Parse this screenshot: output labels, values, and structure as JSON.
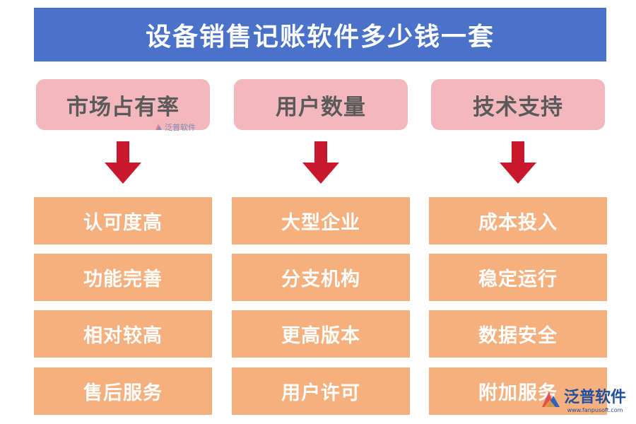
{
  "title": "设备销售记账软件多少钱一套",
  "columns": [
    {
      "header": "市场占有率",
      "items": [
        "认可度高",
        "功能完善",
        "相对较高",
        "售后服务"
      ]
    },
    {
      "header": "用户数量",
      "items": [
        "大型企业",
        "分支机构",
        "更高版本",
        "用户许可"
      ]
    },
    {
      "header": "技术支持",
      "items": [
        "成本投入",
        "稳定运行",
        "数据安全",
        "附加服务"
      ]
    }
  ],
  "watermark": {
    "small_text": "泛普软件",
    "logo_text": "泛普软件",
    "logo_url": "www.fanpusoft.com"
  },
  "colors": {
    "title_bg": "#4a72c9",
    "header_bg": "#f3b7be",
    "item_bg": "#f5b07e",
    "arrow": "#c8192c"
  }
}
